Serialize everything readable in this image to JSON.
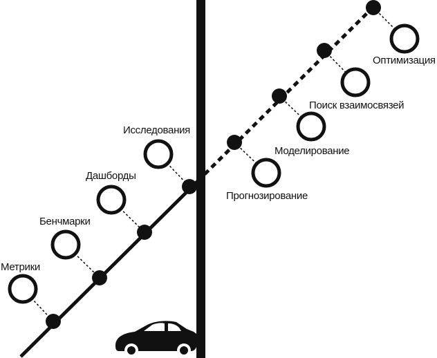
{
  "diagram": {
    "colors": {
      "ink": "#111111",
      "background": "#ffffff"
    },
    "left_stages": [
      {
        "id": "metrics",
        "label": "Метрики"
      },
      {
        "id": "benchmarks",
        "label": "Бенчмарки"
      },
      {
        "id": "dashboards",
        "label": "Дашборды"
      },
      {
        "id": "research",
        "label": "Исследования"
      }
    ],
    "right_stages": [
      {
        "id": "forecasting",
        "label": "Прогнозирование"
      },
      {
        "id": "modeling",
        "label": "Моделирование"
      },
      {
        "id": "relationship-search",
        "label": "Поиск взаимосвязей"
      },
      {
        "id": "optimization",
        "label": "Оптимизация"
      }
    ],
    "car_icon": "car-icon",
    "wall": "vertical-wall"
  }
}
